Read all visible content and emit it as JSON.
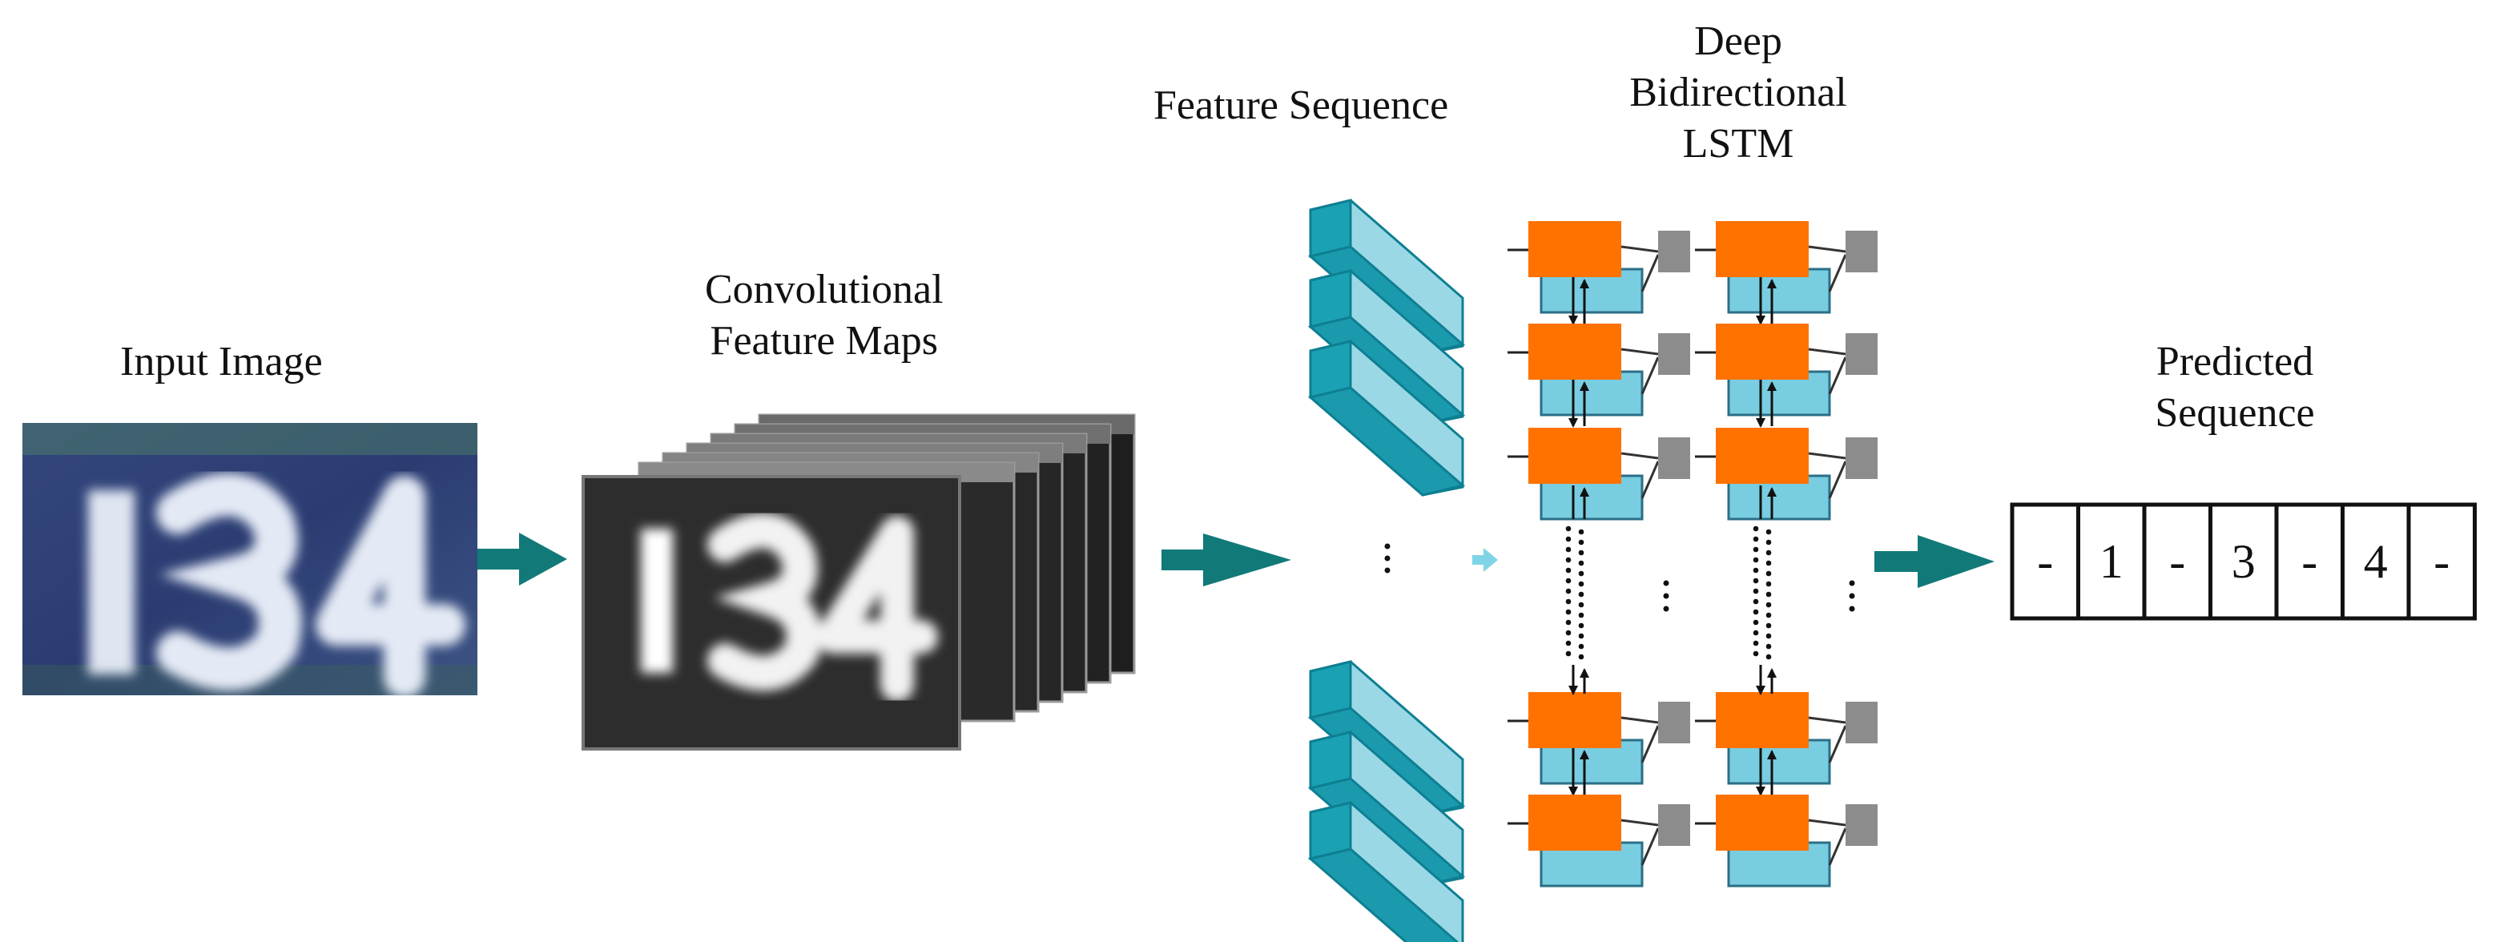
{
  "labels": {
    "input_image": "Input Image",
    "conv_line1": "Convolutional",
    "conv_line2": "Feature Maps",
    "feature_sequence": "Feature Sequence",
    "lstm_line1": "Deep",
    "lstm_line2": "Bidirectional",
    "lstm_line3": "LSTM",
    "pred_line1": "Predicted",
    "pred_line2": "Sequence"
  },
  "input_digits": "134",
  "predicted_sequence": [
    "-",
    "1",
    "-",
    "3",
    "-",
    "4",
    "-"
  ],
  "colors": {
    "arrow": "#117a78",
    "bar_dark": "#1aa2b4",
    "bar_light": "#9bd8e6",
    "lstm_orange": "#ff7200",
    "lstm_blue": "#79cde0",
    "lstm_gray": "#8c8c8c",
    "input_bg": "#2c3f73",
    "feature_map_bg": "#2a2a2a"
  }
}
